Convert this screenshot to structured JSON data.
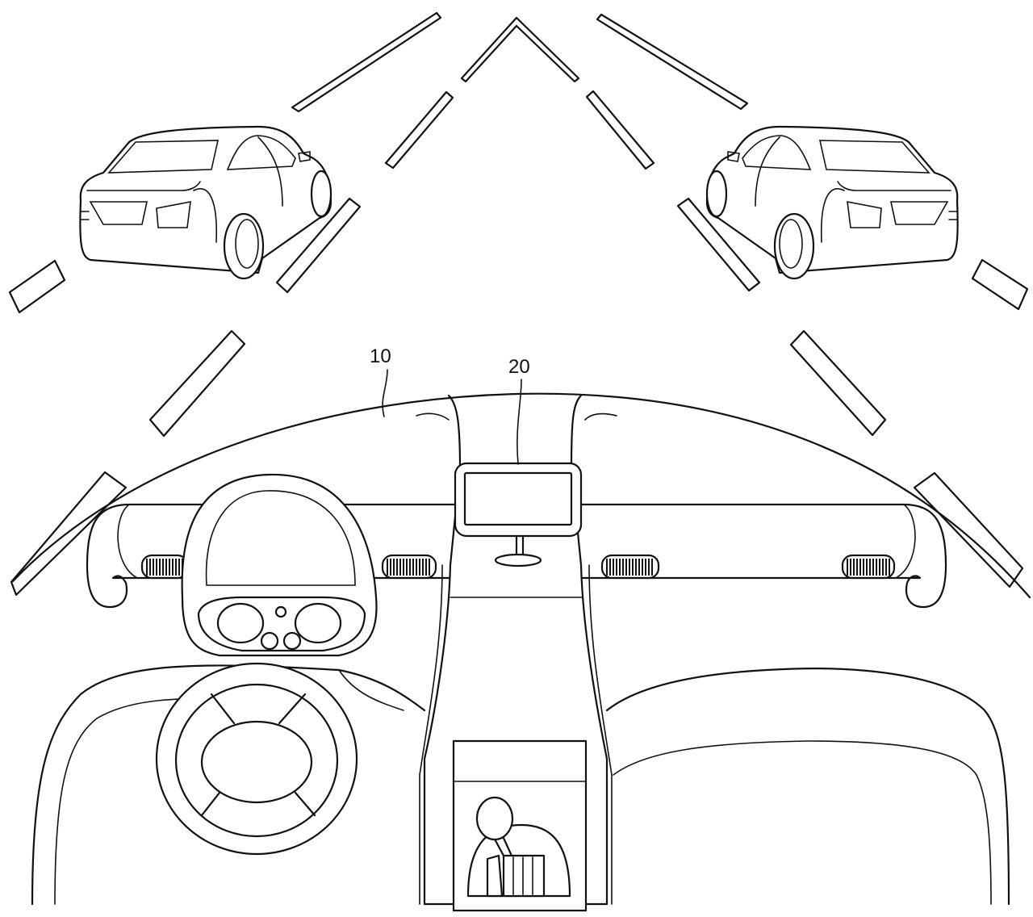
{
  "figure": {
    "labels": [
      {
        "id": "dashboard",
        "text": "10"
      },
      {
        "id": "display",
        "text": "20"
      }
    ]
  }
}
